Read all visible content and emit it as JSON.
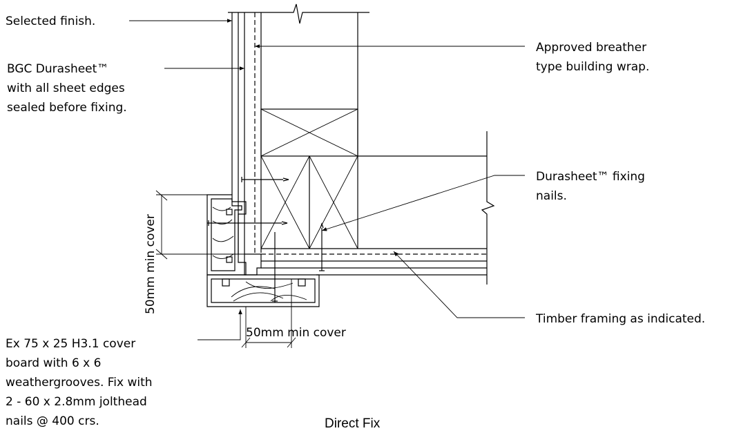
{
  "labels": {
    "selected_finish": "Selected finish.",
    "durasheet": [
      "BGC Durasheet™",
      "with all sheet edges",
      "sealed before fixing."
    ],
    "breather_wrap": [
      "Approved breather",
      "type building wrap."
    ],
    "fixing_nails": [
      "Durasheet™ fixing",
      "nails."
    ],
    "timber_framing": "Timber framing as indicated.",
    "cover_board": [
      "Ex 75 x 25 H3.1 cover",
      "board with 6 x 6",
      "weathergrooves. Fix with",
      "2 - 60 x 2.8mm jolthead",
      "nails @ 400 crs."
    ],
    "vertical_cover": "50mm min cover",
    "horizontal_cover": "50mm min cover"
  },
  "caption": "Direct Fix"
}
